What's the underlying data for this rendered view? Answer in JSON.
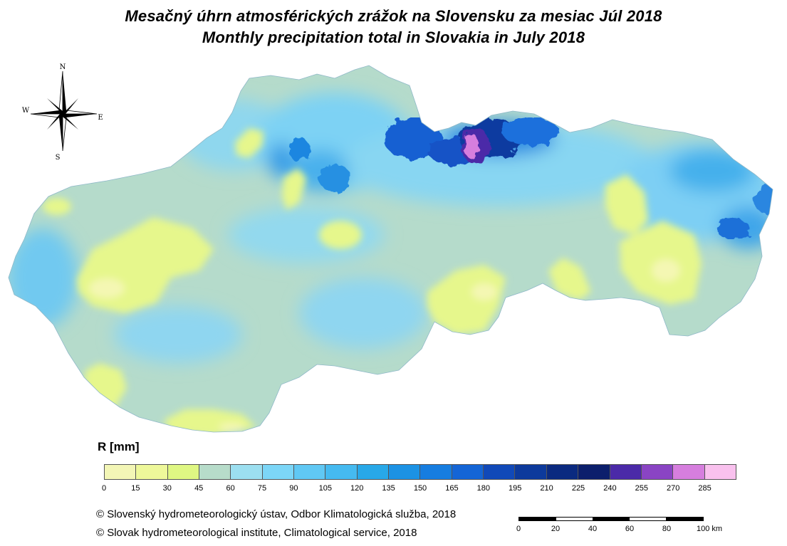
{
  "title_sk": "Mesačný úhrn atmosférických zrážok na Slovensku za mesiac Júl 2018",
  "title_en": "Monthly precipitation total in Slovakia in July 2018",
  "compass": {
    "n": "N",
    "s": "S",
    "e": "E",
    "w": "W"
  },
  "legend": {
    "title": "R [mm]",
    "ticks": [
      "0",
      "15",
      "30",
      "45",
      "60",
      "75",
      "90",
      "105",
      "120",
      "135",
      "150",
      "165",
      "180",
      "195",
      "210",
      "225",
      "240",
      "255",
      "270",
      "285"
    ],
    "colors": [
      "#f3f6b6",
      "#eef89a",
      "#dff783",
      "#b7dcca",
      "#9cdff0",
      "#7cd6f7",
      "#60c8f4",
      "#45baf0",
      "#28a8e8",
      "#1c92e4",
      "#167de0",
      "#1465d6",
      "#1149b8",
      "#0d3a9c",
      "#0b2a80",
      "#0c1f6c",
      "#4b2aa8",
      "#8a44c4",
      "#d67ede",
      "#f9c1ee"
    ]
  },
  "copyright_sk": "© Slovenský hydrometeorologický ústav, Odbor Klimatologická služba, 2018",
  "copyright_en": "© Slovak hydrometeorological institute, Climatological service, 2018",
  "scale": {
    "labels": [
      "0",
      "20",
      "40",
      "60",
      "80",
      "100 km"
    ]
  }
}
